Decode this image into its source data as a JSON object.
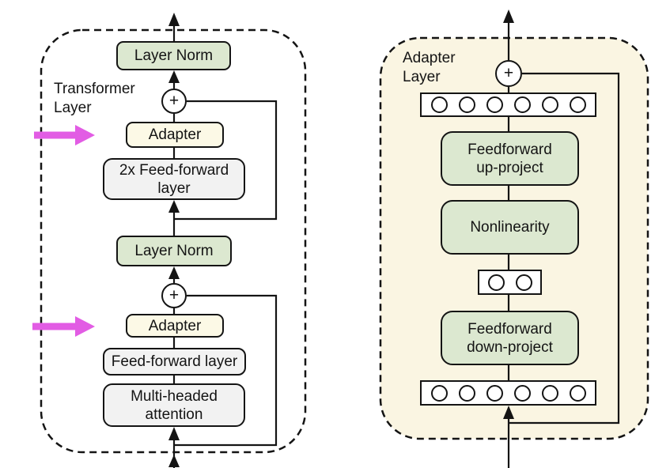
{
  "figure": {
    "plus_symbol": "+",
    "colors": {
      "green_box": "#dce8d0",
      "gray_box": "#f2f2f2",
      "adapter_box": "#fcf9e6",
      "adapter_layer_background": "#faf5e2",
      "magenta_arrow": "#e25ce4",
      "line": "#141414"
    },
    "transformer_diagram": {
      "label": "Transformer\nLayer",
      "boxes": {
        "layer_norm_top": "Layer Norm",
        "adapter_top": "Adapter",
        "feed_forward_2x": "2x Feed-forward\nlayer",
        "layer_norm_bottom": "Layer Norm",
        "adapter_bottom": "Adapter",
        "feed_forward": "Feed-forward layer",
        "multi_head_attention": "Multi-headed\nattention"
      }
    },
    "adapter_diagram": {
      "label": "Adapter\nLayer",
      "boxes": {
        "up_project": "Feedforward\nup-project",
        "nonlinearity": "Nonlinearity",
        "down_project": "Feedforward\ndown-project"
      },
      "vector_top_units": 6,
      "vector_bottleneck_units": 2,
      "vector_bottom_units": 6
    }
  }
}
